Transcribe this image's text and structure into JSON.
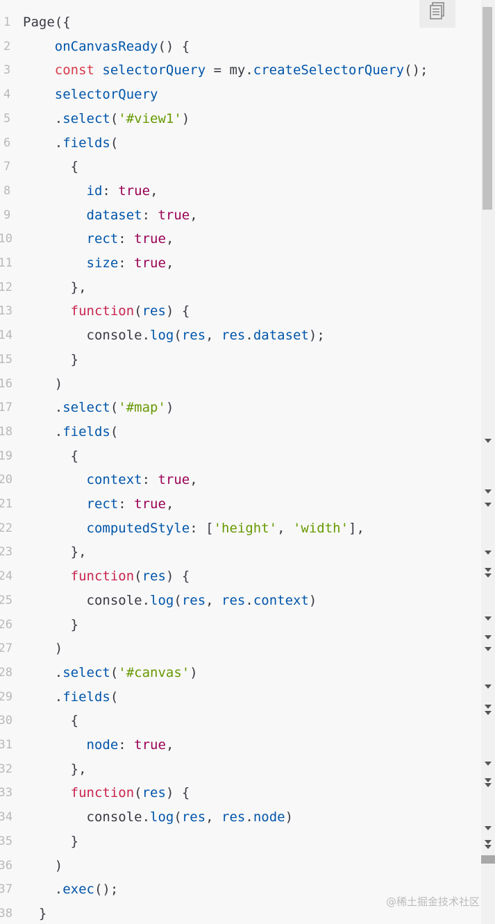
{
  "copy_button": {
    "icon": "copy-icon"
  },
  "watermark": "@稀土掘金技术社区",
  "code_lines": [
    {
      "num": "1",
      "tokens": [
        [
          "punc",
          "Page({"
        ]
      ]
    },
    {
      "num": "2",
      "tokens": [
        [
          "punc",
          "    "
        ],
        [
          "prop",
          "onCanvasReady"
        ],
        [
          "punc",
          "() {"
        ]
      ]
    },
    {
      "num": "3",
      "tokens": [
        [
          "punc",
          "    "
        ],
        [
          "kw",
          "const"
        ],
        [
          "punc",
          " "
        ],
        [
          "prop",
          "selectorQuery"
        ],
        [
          "punc",
          " = my."
        ],
        [
          "prop",
          "createSelectorQuery"
        ],
        [
          "punc",
          "();"
        ]
      ]
    },
    {
      "num": "4",
      "tokens": [
        [
          "punc",
          "    "
        ],
        [
          "prop",
          "selectorQuery"
        ]
      ]
    },
    {
      "num": "5",
      "tokens": [
        [
          "punc",
          "    ."
        ],
        [
          "prop",
          "select"
        ],
        [
          "punc",
          "("
        ],
        [
          "str",
          "'#view1'"
        ],
        [
          "punc",
          ")"
        ]
      ]
    },
    {
      "num": "6",
      "tokens": [
        [
          "punc",
          "    ."
        ],
        [
          "prop",
          "fields"
        ],
        [
          "punc",
          "("
        ]
      ]
    },
    {
      "num": "7",
      "tokens": [
        [
          "punc",
          "      {"
        ]
      ]
    },
    {
      "num": "8",
      "tokens": [
        [
          "punc",
          "        "
        ],
        [
          "prop",
          "id"
        ],
        [
          "punc",
          ": "
        ],
        [
          "bool",
          "true"
        ],
        [
          "punc",
          ","
        ]
      ]
    },
    {
      "num": "9",
      "tokens": [
        [
          "punc",
          "        "
        ],
        [
          "prop",
          "dataset"
        ],
        [
          "punc",
          ": "
        ],
        [
          "bool",
          "true"
        ],
        [
          "punc",
          ","
        ]
      ]
    },
    {
      "num": "10",
      "tokens": [
        [
          "punc",
          "        "
        ],
        [
          "prop",
          "rect"
        ],
        [
          "punc",
          ": "
        ],
        [
          "bool",
          "true"
        ],
        [
          "punc",
          ","
        ]
      ]
    },
    {
      "num": "11",
      "tokens": [
        [
          "punc",
          "        "
        ],
        [
          "prop",
          "size"
        ],
        [
          "punc",
          ": "
        ],
        [
          "bool",
          "true"
        ],
        [
          "punc",
          ","
        ]
      ]
    },
    {
      "num": "12",
      "tokens": [
        [
          "punc",
          "      },"
        ]
      ]
    },
    {
      "num": "13",
      "tokens": [
        [
          "punc",
          "      "
        ],
        [
          "fnkw",
          "function"
        ],
        [
          "punc",
          "("
        ],
        [
          "prop",
          "res"
        ],
        [
          "punc",
          ") {"
        ]
      ]
    },
    {
      "num": "14",
      "tokens": [
        [
          "punc",
          "        console."
        ],
        [
          "prop",
          "log"
        ],
        [
          "punc",
          "("
        ],
        [
          "prop",
          "res"
        ],
        [
          "punc",
          ", "
        ],
        [
          "prop",
          "res"
        ],
        [
          "punc",
          "."
        ],
        [
          "prop",
          "dataset"
        ],
        [
          "punc",
          ");"
        ]
      ]
    },
    {
      "num": "15",
      "tokens": [
        [
          "punc",
          "      }"
        ]
      ]
    },
    {
      "num": "16",
      "tokens": [
        [
          "punc",
          "    )"
        ]
      ]
    },
    {
      "num": "17",
      "tokens": [
        [
          "punc",
          "    ."
        ],
        [
          "prop",
          "select"
        ],
        [
          "punc",
          "("
        ],
        [
          "str",
          "'#map'"
        ],
        [
          "punc",
          ")"
        ]
      ]
    },
    {
      "num": "18",
      "tokens": [
        [
          "punc",
          "    ."
        ],
        [
          "prop",
          "fields"
        ],
        [
          "punc",
          "("
        ]
      ]
    },
    {
      "num": "19",
      "tokens": [
        [
          "punc",
          "      {"
        ]
      ]
    },
    {
      "num": "20",
      "tokens": [
        [
          "punc",
          "        "
        ],
        [
          "prop",
          "context"
        ],
        [
          "punc",
          ": "
        ],
        [
          "bool",
          "true"
        ],
        [
          "punc",
          ","
        ]
      ]
    },
    {
      "num": "21",
      "tokens": [
        [
          "punc",
          "        "
        ],
        [
          "prop",
          "rect"
        ],
        [
          "punc",
          ": "
        ],
        [
          "bool",
          "true"
        ],
        [
          "punc",
          ","
        ]
      ]
    },
    {
      "num": "22",
      "tokens": [
        [
          "punc",
          "        "
        ],
        [
          "prop",
          "computedStyle"
        ],
        [
          "punc",
          ": ["
        ],
        [
          "str",
          "'height'"
        ],
        [
          "punc",
          ", "
        ],
        [
          "str",
          "'width'"
        ],
        [
          "punc",
          "],"
        ]
      ]
    },
    {
      "num": "23",
      "tokens": [
        [
          "punc",
          "      },"
        ]
      ]
    },
    {
      "num": "24",
      "tokens": [
        [
          "punc",
          "      "
        ],
        [
          "fnkw",
          "function"
        ],
        [
          "punc",
          "("
        ],
        [
          "prop",
          "res"
        ],
        [
          "punc",
          ") {"
        ]
      ]
    },
    {
      "num": "25",
      "tokens": [
        [
          "punc",
          "        console."
        ],
        [
          "prop",
          "log"
        ],
        [
          "punc",
          "("
        ],
        [
          "prop",
          "res"
        ],
        [
          "punc",
          ", "
        ],
        [
          "prop",
          "res"
        ],
        [
          "punc",
          "."
        ],
        [
          "prop",
          "context"
        ],
        [
          "punc",
          ")"
        ]
      ]
    },
    {
      "num": "26",
      "tokens": [
        [
          "punc",
          "      }"
        ]
      ]
    },
    {
      "num": "27",
      "tokens": [
        [
          "punc",
          "    )"
        ]
      ]
    },
    {
      "num": "28",
      "tokens": [
        [
          "punc",
          "    ."
        ],
        [
          "prop",
          "select"
        ],
        [
          "punc",
          "("
        ],
        [
          "str",
          "'#canvas'"
        ],
        [
          "punc",
          ")"
        ]
      ]
    },
    {
      "num": "29",
      "tokens": [
        [
          "punc",
          "    ."
        ],
        [
          "prop",
          "fields"
        ],
        [
          "punc",
          "("
        ]
      ]
    },
    {
      "num": "30",
      "tokens": [
        [
          "punc",
          "      {"
        ]
      ]
    },
    {
      "num": "31",
      "tokens": [
        [
          "punc",
          "        "
        ],
        [
          "prop",
          "node"
        ],
        [
          "punc",
          ": "
        ],
        [
          "bool",
          "true"
        ],
        [
          "punc",
          ","
        ]
      ]
    },
    {
      "num": "32",
      "tokens": [
        [
          "punc",
          "      },"
        ]
      ]
    },
    {
      "num": "33",
      "tokens": [
        [
          "punc",
          "      "
        ],
        [
          "fnkw",
          "function"
        ],
        [
          "punc",
          "("
        ],
        [
          "prop",
          "res"
        ],
        [
          "punc",
          ") {"
        ]
      ]
    },
    {
      "num": "34",
      "tokens": [
        [
          "punc",
          "        console."
        ],
        [
          "prop",
          "log"
        ],
        [
          "punc",
          "("
        ],
        [
          "prop",
          "res"
        ],
        [
          "punc",
          ", "
        ],
        [
          "prop",
          "res"
        ],
        [
          "punc",
          "."
        ],
        [
          "prop",
          "node"
        ],
        [
          "punc",
          ")"
        ]
      ]
    },
    {
      "num": "35",
      "tokens": [
        [
          "punc",
          "      }"
        ]
      ]
    },
    {
      "num": "36",
      "tokens": [
        [
          "punc",
          "    )"
        ]
      ]
    },
    {
      "num": "37",
      "tokens": [
        [
          "punc",
          "    ."
        ],
        [
          "prop",
          "exec"
        ],
        [
          "punc",
          "();"
        ]
      ]
    },
    {
      "num": "38",
      "tokens": [
        [
          "punc",
          "  }"
        ]
      ]
    }
  ]
}
